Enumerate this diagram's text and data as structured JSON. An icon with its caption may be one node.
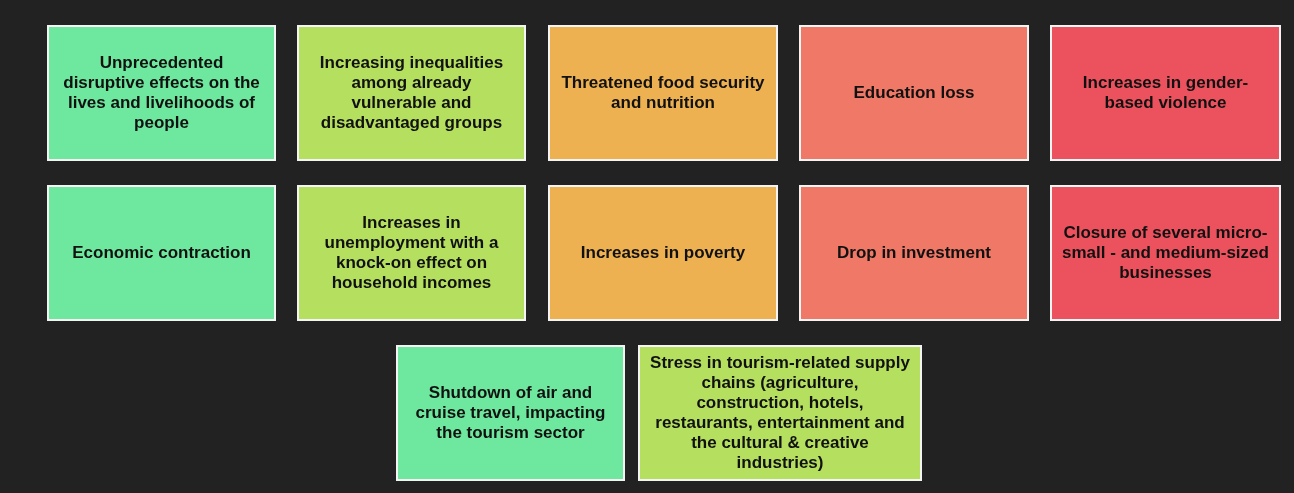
{
  "diagram": {
    "nodes": [
      {
        "text": [
          "Unprecedented disruptive effects on the lives and livelihoods of people"
        ]
      },
      {
        "text": [
          "Increasing inequalities among already vulnerable and disadvantaged groups"
        ]
      },
      {
        "text": [
          "Threatened food security and nutrition"
        ]
      },
      {
        "text": [
          "Education loss"
        ]
      },
      {
        "text": [
          "Increases in gender-based violence"
        ]
      },
      {
        "text": [
          "Economic contraction"
        ]
      },
      {
        "text": [
          "Increases in unemployment with a knock-on effect on household incomes"
        ]
      },
      {
        "text": [
          "Increases in poverty"
        ]
      },
      {
        "text": [
          "Drop in investment"
        ]
      },
      {
        "text": [
          "Closure of several micro- small - and medium-sized businesses"
        ]
      },
      {
        "text": [
          "Shutdown of air and cruise travel, impacting the tourism sector"
        ]
      },
      {
        "text": [
          "Stress in tourism-related supply chains (agriculture, construction, hotels, restaurants, entertainment and the cultural & creative industries)"
        ]
      }
    ]
  }
}
